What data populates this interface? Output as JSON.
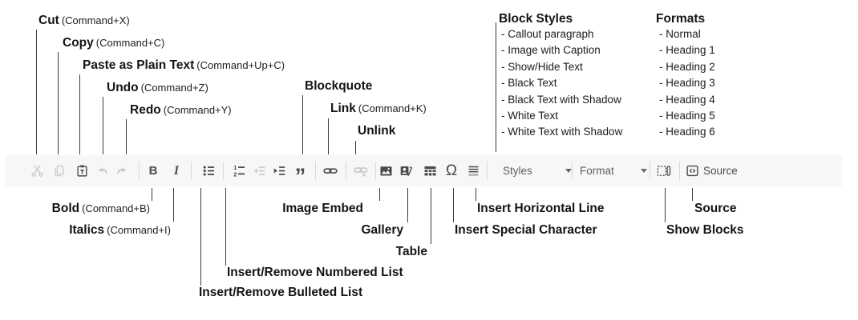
{
  "toolbar": {
    "styles_label": "Styles",
    "format_label": "Format",
    "source_label": "Source",
    "glyphs": {
      "bold": "B",
      "italic": "I",
      "blockquote": "”",
      "omega": "Ω"
    },
    "colors": {
      "toolbar_background": "#f7f7f8",
      "icon_enabled": "#4b4b4b",
      "icon_disabled": "#c9c9c9",
      "separator": "#d9d9d9",
      "dropdown_text": "#5e5e5e",
      "annotation_text": "#141414",
      "pointer_line": "#3c3c3c"
    }
  },
  "annotations": {
    "top": [
      {
        "label": "Cut",
        "shortcut": "(Command+X)"
      },
      {
        "label": "Copy",
        "shortcut": "(Command+C)"
      },
      {
        "label": "Paste as Plain Text",
        "shortcut": "(Command+Up+C)"
      },
      {
        "label": "Undo",
        "shortcut": "(Command+Z)"
      },
      {
        "label": "Redo",
        "shortcut": "(Command+Y)"
      },
      {
        "label": "Blockquote",
        "shortcut": ""
      },
      {
        "label": "Link",
        "shortcut": "(Command+K)"
      },
      {
        "label": "Unlink",
        "shortcut": ""
      }
    ],
    "bottom": [
      {
        "label": "Bold",
        "shortcut": "(Command+B)"
      },
      {
        "label": "Italics",
        "shortcut": "(Command+I)"
      },
      {
        "label": "Insert/Remove Bulleted List",
        "shortcut": ""
      },
      {
        "label": "Insert/Remove Numbered List",
        "shortcut": ""
      },
      {
        "label": "Image Embed",
        "shortcut": ""
      },
      {
        "label": "Gallery",
        "shortcut": ""
      },
      {
        "label": "Table",
        "shortcut": ""
      },
      {
        "label": "Insert Special Character",
        "shortcut": ""
      },
      {
        "label": "Insert Horizontal Line",
        "shortcut": ""
      },
      {
        "label": "Show Blocks",
        "shortcut": ""
      },
      {
        "label": "Source",
        "shortcut": ""
      }
    ],
    "block_styles": {
      "title": "Block Styles",
      "items": [
        "- Callout paragraph",
        "- Image with Caption",
        "- Show/Hide Text",
        "- Black Text",
        "- Black Text with Shadow",
        "- White Text",
        "- White Text with Shadow"
      ]
    },
    "formats": {
      "title": "Formats",
      "items": [
        "- Normal",
        "- Heading 1",
        "- Heading 2",
        "- Heading 3",
        "- Heading 4",
        "- Heading 5",
        "- Heading 6"
      ]
    }
  }
}
